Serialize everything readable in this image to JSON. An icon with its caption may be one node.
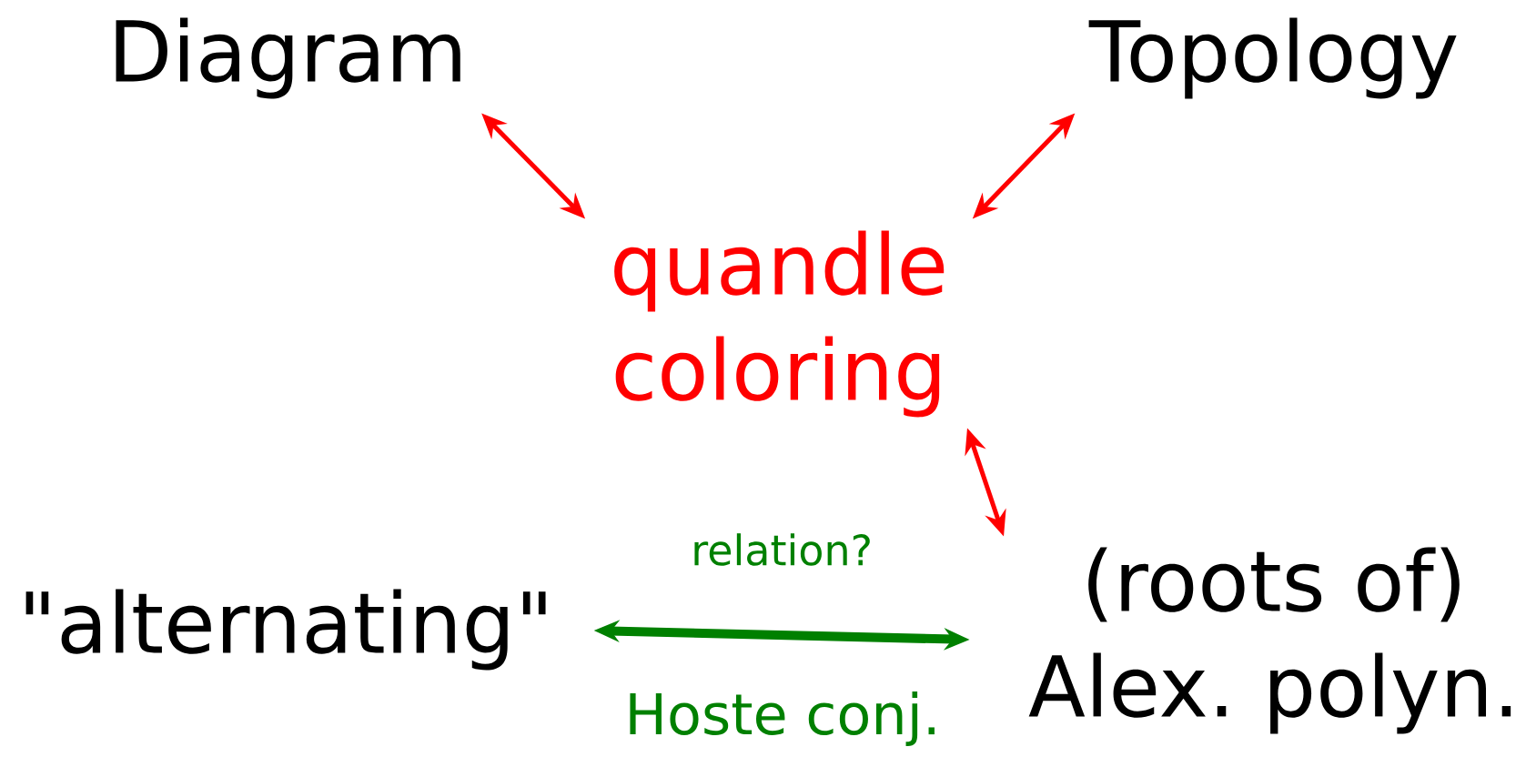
{
  "diagram": {
    "nodes": [
      {
        "text": [
          "Diagram"
        ]
      },
      {
        "text": [
          "Topology"
        ]
      },
      {
        "text": [
          "quandle coloring"
        ]
      },
      {
        "text": [
          "(roots of) Alex. polyn."
        ]
      },
      {
        "text": [
          "\"alternating\""
        ]
      }
    ],
    "edges": [
      {
        "from": 0,
        "to": 2,
        "arrow": "both"
      },
      {
        "from": 1,
        "to": 2,
        "arrow": "both"
      },
      {
        "from": 2,
        "to": 3,
        "arrow": "both"
      },
      {
        "from": 4,
        "to": 3,
        "arrow": "both",
        "label": "relation?",
        "style": "thick",
        "color": "#008000"
      }
    ],
    "labels": [
      "Hoste conj."
    ]
  }
}
